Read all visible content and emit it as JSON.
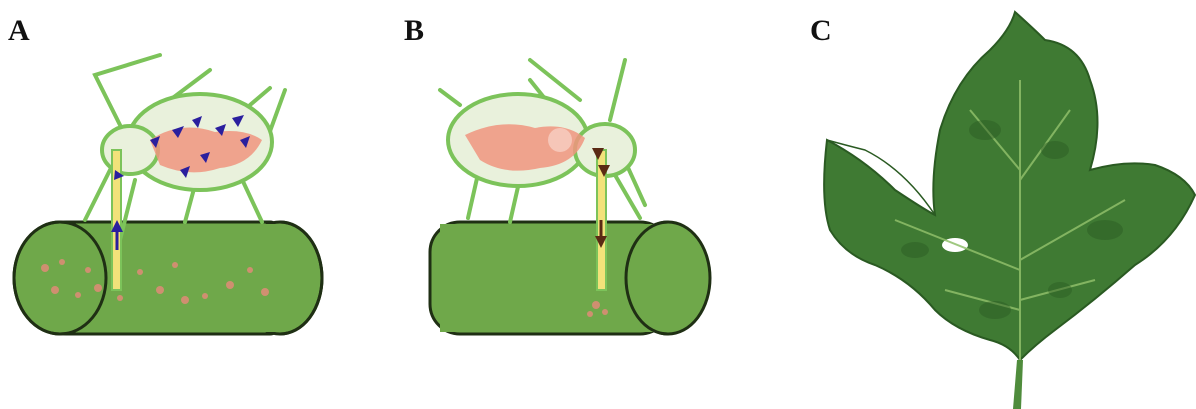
{
  "panels": [
    {
      "id": "A",
      "label": "A"
    },
    {
      "id": "B",
      "label": "B"
    },
    {
      "id": "C",
      "label": "C"
    }
  ],
  "colors": {
    "stem_fill": "#6fa84a",
    "stem_edge": "#1f2f14",
    "aphid_outline": "#7cc35a",
    "aphid_body": "#e9f1dc",
    "gut": "#f0957f",
    "stylet": "#f2e27a",
    "virus_blue": "#2a1f9e",
    "virus_brown": "#5a2a14",
    "leaf_dark": "#2f6a2a",
    "leaf_mid": "#4f8c3c"
  }
}
